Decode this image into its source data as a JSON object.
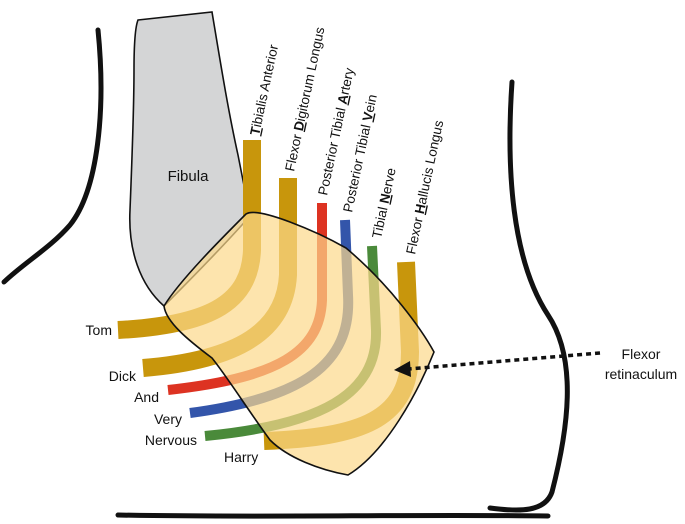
{
  "bone": {
    "label": "Fibula"
  },
  "tendons_top": [
    {
      "key": "T",
      "before": "",
      "rest": "ibialis Anterior",
      "color": "#c8960c"
    },
    {
      "key": "D",
      "before": "Flexor ",
      "rest": "igitorum Longus",
      "color": "#c8960c"
    },
    {
      "key": "A",
      "before": "Posterior Tibial ",
      "rest": "rtery",
      "color": "#dd3322"
    },
    {
      "key": "V",
      "before": "Posterior Tibial ",
      "rest": "ein",
      "color": "#3355aa"
    },
    {
      "key": "N",
      "before": "Tibial ",
      "rest": "erve",
      "color": "#4a8a3a"
    },
    {
      "key": "H",
      "before": "Flexor ",
      "rest": "allucis Longus",
      "color": "#c8960c"
    }
  ],
  "mnemonic": [
    "Tom",
    "Dick",
    "And",
    "Very",
    "Nervous",
    "Harry"
  ],
  "retinaculum": {
    "line1": "Flexor",
    "line2": "retinaculum",
    "fill": "#fcd98a",
    "opacity": 0.7
  },
  "colors": {
    "outline": "#111111",
    "bone": "#d4d5d6",
    "tendon": "#c8960c",
    "artery": "#dd3322",
    "vein": "#3355aa",
    "nerve": "#4a8a3a"
  }
}
